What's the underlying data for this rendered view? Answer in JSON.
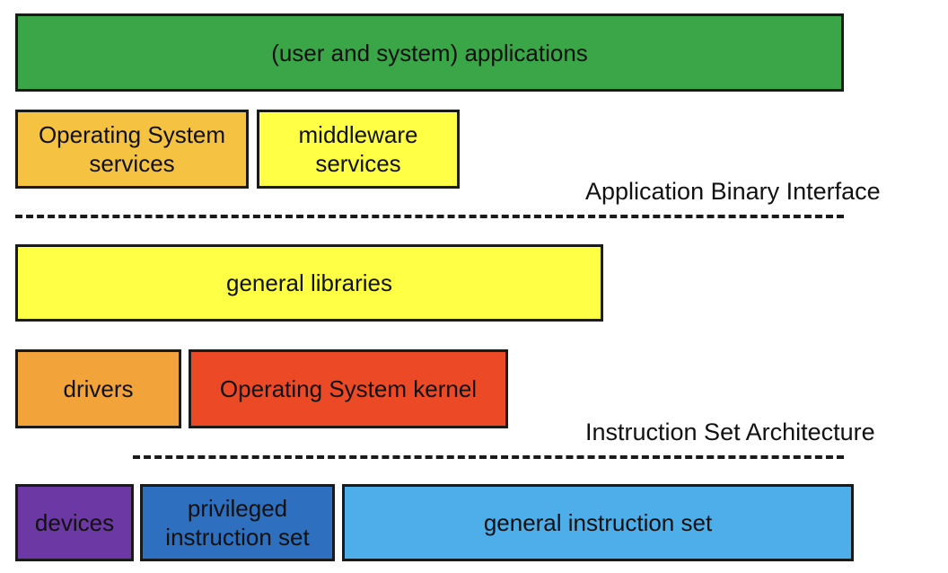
{
  "layers": {
    "applications": {
      "label": "(user and system) applications",
      "color": "#3aa648"
    },
    "os_services": {
      "label": "Operating System services",
      "color": "#f5c242"
    },
    "middleware_services": {
      "label": "middleware services",
      "color": "#ffff45"
    },
    "general_libraries": {
      "label": "general libraries",
      "color": "#ffff45"
    },
    "drivers": {
      "label": "drivers",
      "color": "#f2a33a"
    },
    "os_kernel": {
      "label": "Operating System kernel",
      "color": "#ec4a26"
    },
    "devices": {
      "label": "devices",
      "color": "#6c38a3"
    },
    "privileged_instruction_set": {
      "label": "privileged instruction set",
      "color": "#2f6fbf"
    },
    "general_instruction_set": {
      "label": "general instruction set",
      "color": "#4eaeea"
    }
  },
  "interfaces": {
    "abi": {
      "label": "Application Binary Interface"
    },
    "isa": {
      "label": "Instruction Set Architecture"
    }
  }
}
